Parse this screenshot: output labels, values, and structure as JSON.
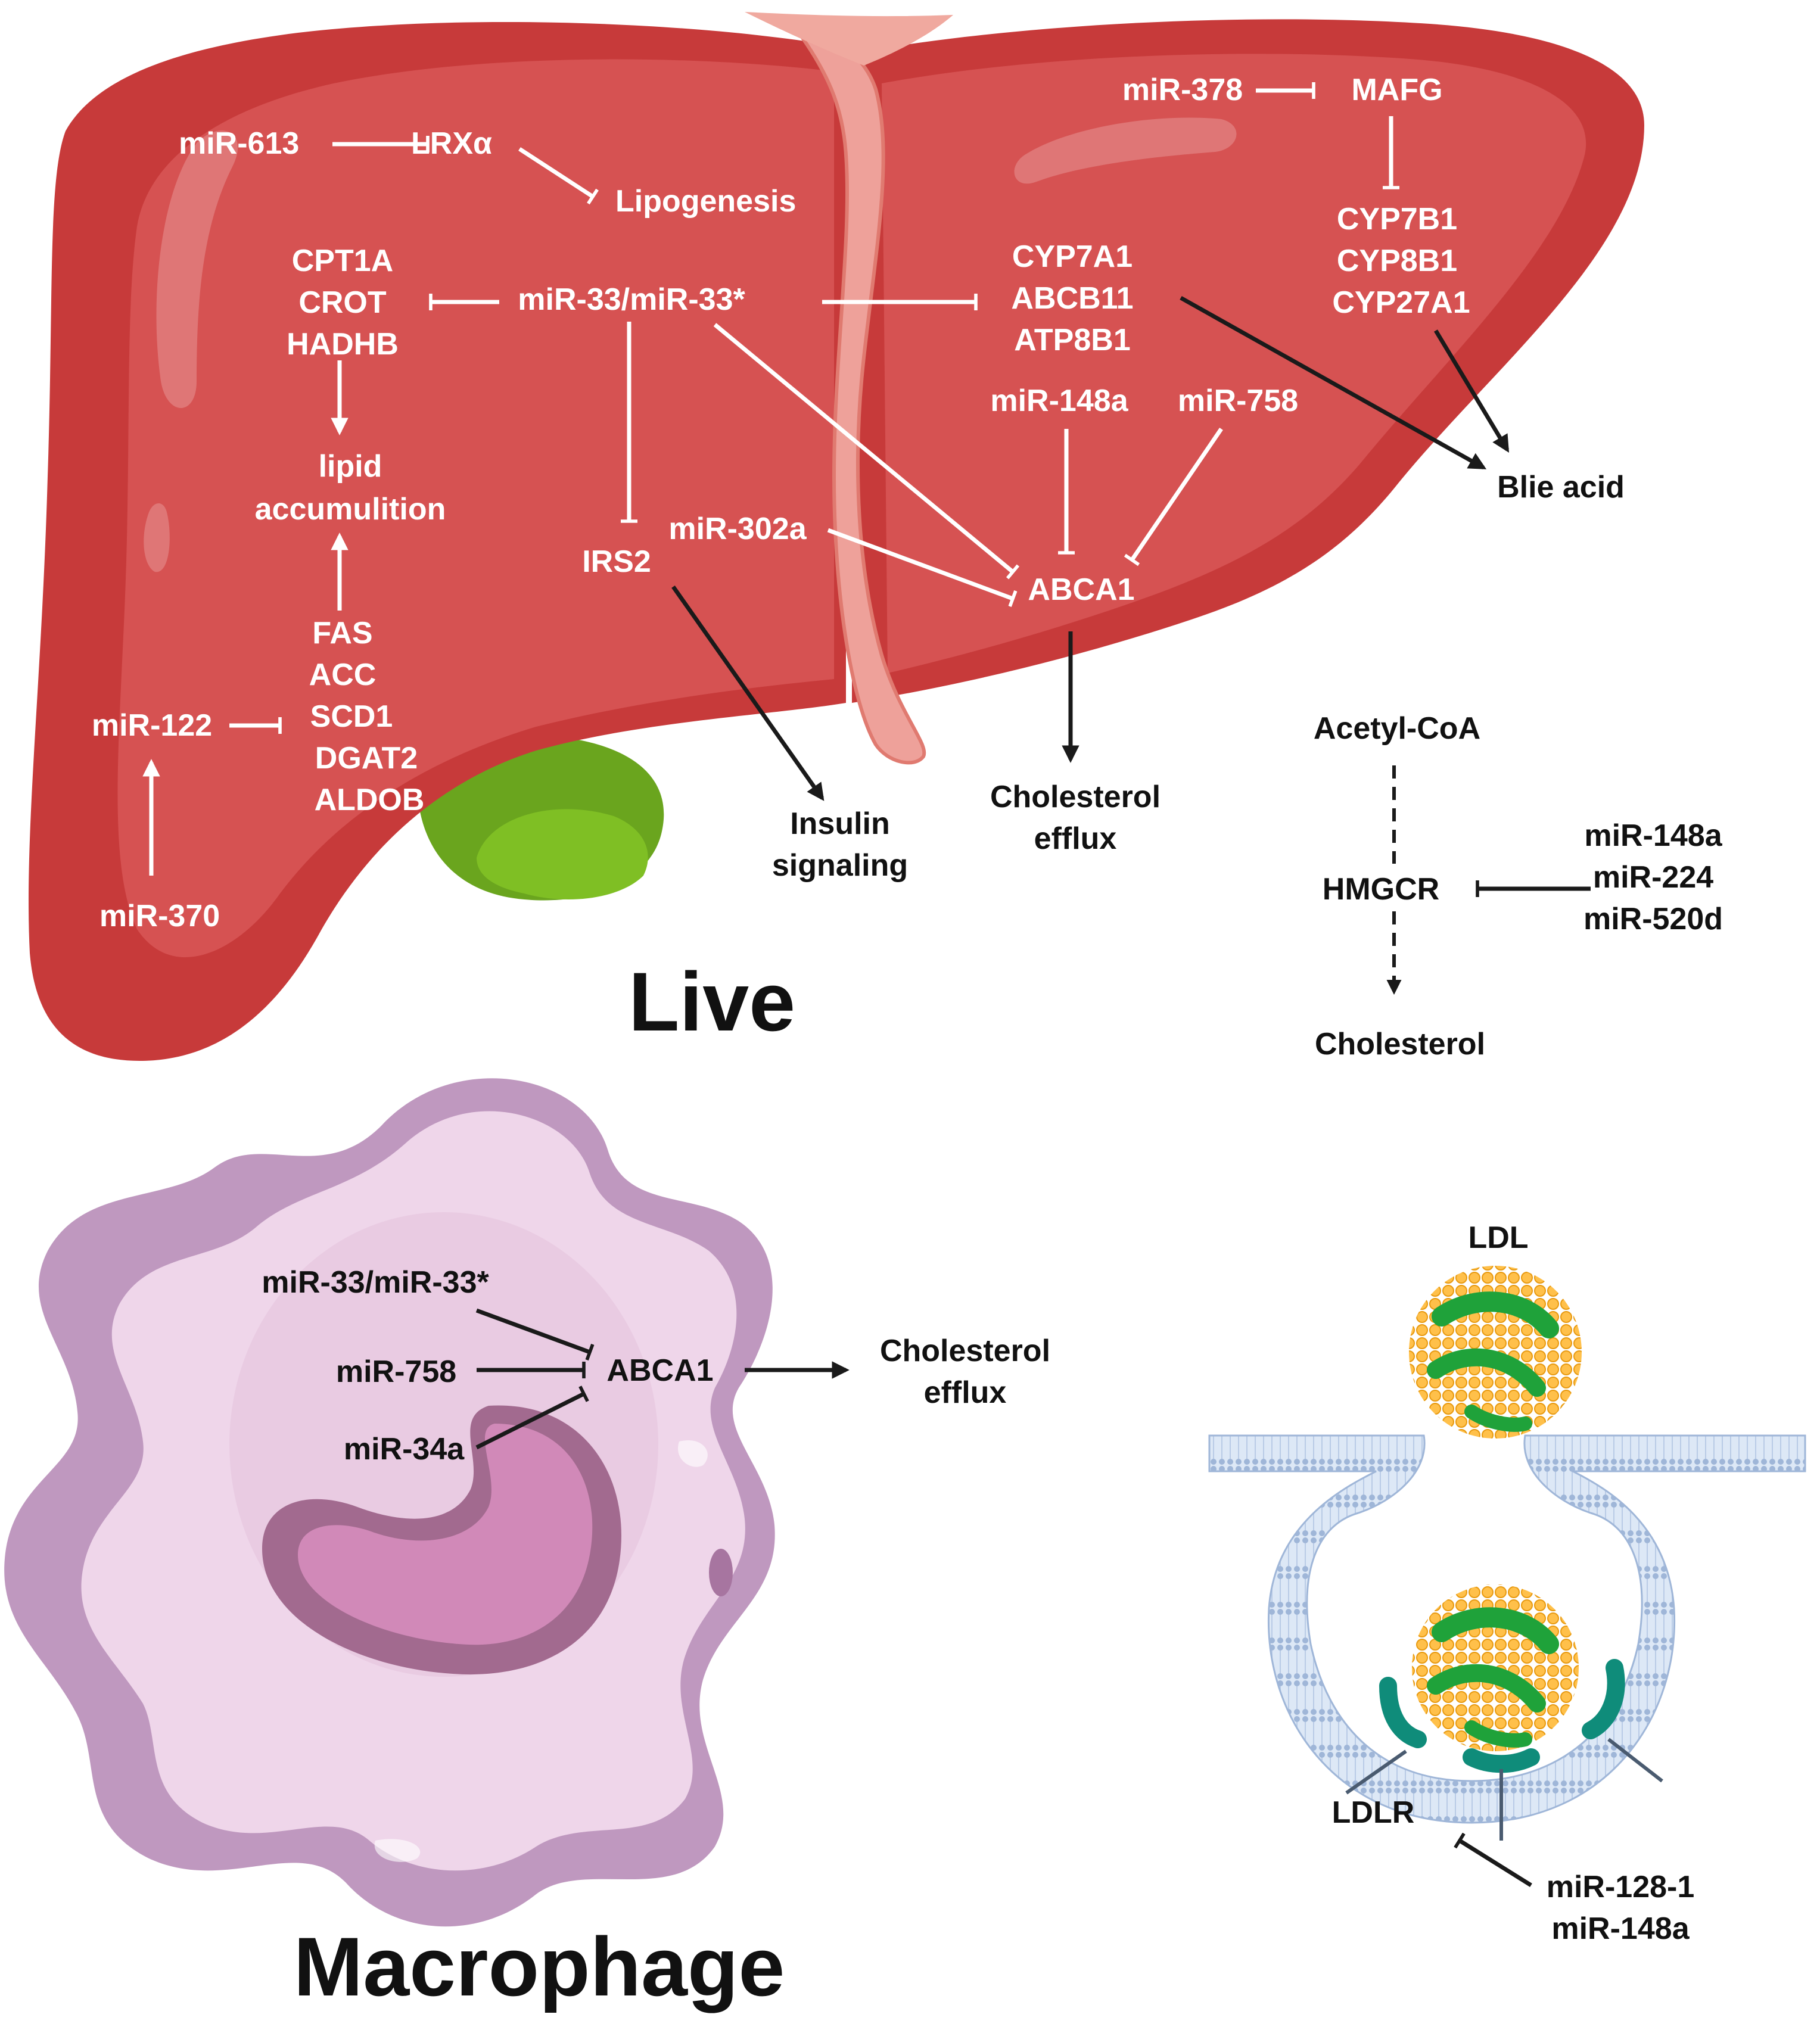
{
  "liver": {
    "title": "Live",
    "nodes": {
      "mir613": "miR-613",
      "lrxa": "LRXα",
      "lipogenesis": "Lipogenesis",
      "cpt1a": "CPT1A",
      "crot": "CROT",
      "hadhb": "HADHB",
      "mir33": "miR-33/miR-33*",
      "lipid1": "lipid",
      "lipid2": "accumulition",
      "fas": "FAS",
      "acc": "ACC",
      "scd1": "SCD1",
      "dgat2": "DGAT2",
      "aldob": "ALDOB",
      "mir122": "miR-122",
      "mir370": "miR-370",
      "irs2": "IRS2",
      "mir302a": "miR-302a",
      "insulin1": "Insulin",
      "insulin2": "signaling",
      "cyp7a1": "CYP7A1",
      "abcb11": "ABCB11",
      "atp8b1": "ATP8B1",
      "mir378": "miR-378",
      "mafg": "MAFG",
      "cyp7b1": "CYP7B1",
      "cyp8b1": "CYP8B1",
      "cyp27a1": "CYP27A1",
      "mir148a": "miR-148a",
      "mir758": "miR-758",
      "abca1": "ABCA1",
      "bile": "Blie acid",
      "efflux1": "Cholesterol",
      "efflux2": "efflux"
    }
  },
  "hmgcr": {
    "acetyl": "Acetyl-CoA",
    "hmgcr": "HMGCR",
    "cholesterol": "Cholesterol",
    "mirs": [
      "miR-148a",
      "miR-224",
      "miR-520d"
    ]
  },
  "macrophage": {
    "title": "Macrophage",
    "mir33": "miR-33/miR-33*",
    "mir758": "miR-758",
    "mir34a": "miR-34a",
    "abca1": "ABCA1",
    "efflux1": "Cholesterol",
    "efflux2": "efflux"
  },
  "ldl": {
    "ldl": "LDL",
    "ldlr": "LDLR",
    "mirs": [
      "miR-128-1",
      "miR-148a"
    ]
  }
}
